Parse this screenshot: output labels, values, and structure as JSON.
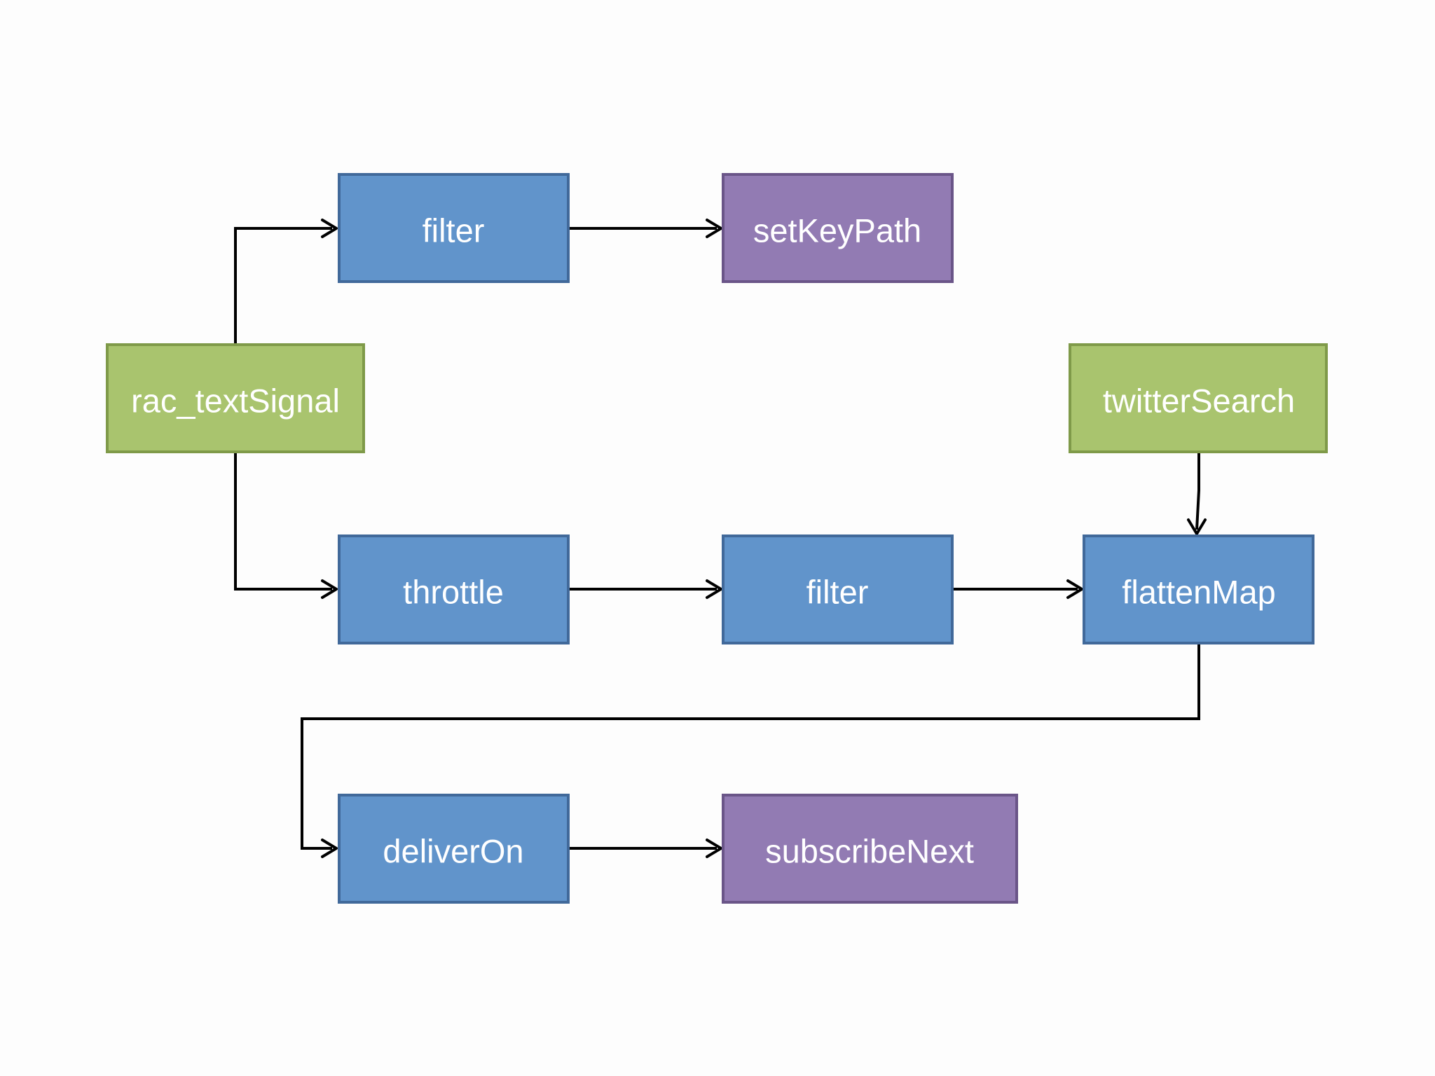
{
  "colors": {
    "source_fill": "#a9c46e",
    "source_stroke": "#7f9a49",
    "operator_fill": "#6194cb",
    "operator_stroke": "#41699a",
    "sink_fill": "#927bb3",
    "sink_stroke": "#6a5588",
    "edge": "#000000"
  },
  "nodes": {
    "rac_textsignal": {
      "label": "rac_textSignal",
      "role": "source"
    },
    "filter_top": {
      "label": "filter",
      "role": "operator"
    },
    "setkeypath": {
      "label": "setKeyPath",
      "role": "sink"
    },
    "throttle": {
      "label": "throttle",
      "role": "operator"
    },
    "filter_middle": {
      "label": "filter",
      "role": "operator"
    },
    "flattenmap": {
      "label": "flattenMap",
      "role": "operator"
    },
    "twittersearch": {
      "label": "twitterSearch",
      "role": "source"
    },
    "deliveron": {
      "label": "deliverOn",
      "role": "operator"
    },
    "subscribenext": {
      "label": "subscribeNext",
      "role": "sink"
    }
  },
  "edges": [
    {
      "from": "rac_textSignal",
      "to": "filter"
    },
    {
      "from": "filter",
      "to": "setKeyPath"
    },
    {
      "from": "rac_textSignal",
      "to": "throttle"
    },
    {
      "from": "throttle",
      "to": "filter"
    },
    {
      "from": "filter",
      "to": "flattenMap"
    },
    {
      "from": "twitterSearch",
      "to": "flattenMap"
    },
    {
      "from": "flattenMap",
      "to": "deliverOn"
    },
    {
      "from": "deliverOn",
      "to": "subscribeNext"
    }
  ]
}
